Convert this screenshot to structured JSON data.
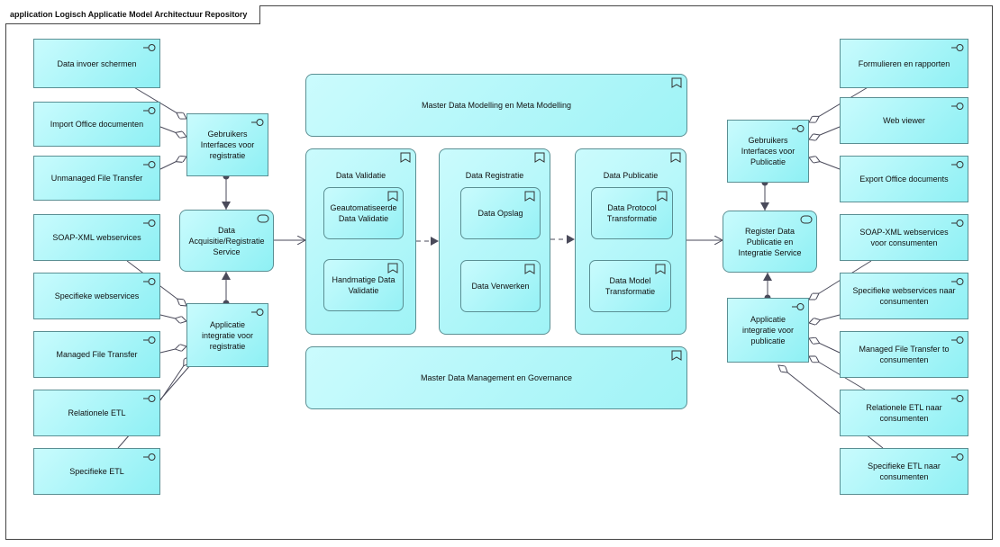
{
  "frame_title": "application Logisch Applicatie Model Architectuur Repository",
  "left": {
    "interfaces": [
      "Data  invoer schermen",
      "Import Office documenten",
      "Unmanaged File Transfer",
      "SOAP-XML webservices",
      "Specifieke webservices",
      "Managed File Transfer",
      "Relationele ETL",
      "Specifieke ETL"
    ],
    "user_interfaces": "Gebruikers Interfaces voor registratie",
    "acquisition_service": "Data Acquisitie/Registratie Service",
    "integration": "Applicatie integratie voor registratie"
  },
  "center": {
    "top": "Master Data Modelling  en Meta Modelling",
    "bottom": "Master Data Management  en Governance",
    "validatie": {
      "title": "Data Validatie",
      "items": [
        "Geautomatiseerde Data Validatie",
        "Handmatige Data Validatie"
      ]
    },
    "registratie": {
      "title": "Data Registratie",
      "items": [
        "Data Opslag",
        "Data Verwerken"
      ]
    },
    "publicatie": {
      "title": "Data Publicatie",
      "items": [
        "Data Protocol Transformatie",
        "Data Model Transformatie"
      ]
    }
  },
  "right": {
    "user_interfaces": "Gebruikers Interfaces voor Publicatie",
    "publication_service": "Register Data Publicatie en Integratie Service",
    "integration": "Applicatie integratie voor publicatie",
    "interfaces": [
      "Formulieren en rapporten",
      "Web viewer",
      "Export Office documents",
      "SOAP-XML webservices voor consumenten",
      "Specifieke webservices naar consumenten",
      "Managed File Transfer to consumenten",
      "Relationele ETL naar consumenten",
      "Specifieke ETL naar consumenten"
    ]
  },
  "colors": {
    "fill": "#aff6f9",
    "border": "#5a8f93",
    "line": "#4a4a5a"
  }
}
